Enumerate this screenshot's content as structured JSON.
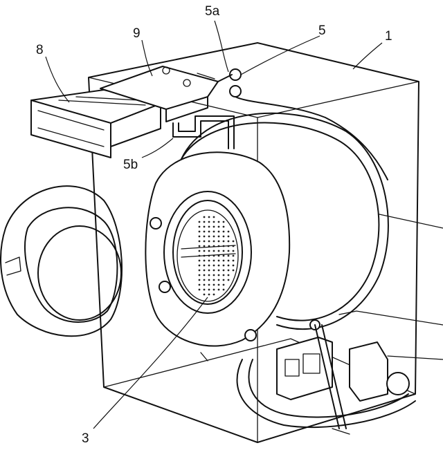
{
  "figure": {
    "labels": {
      "l1": "1",
      "l3": "3",
      "l5": "5",
      "l5a": "5a",
      "l5b": "5b",
      "l8": "8",
      "l9": "9"
    },
    "colors": {
      "line": "#111111",
      "background": "#ffffff"
    }
  }
}
